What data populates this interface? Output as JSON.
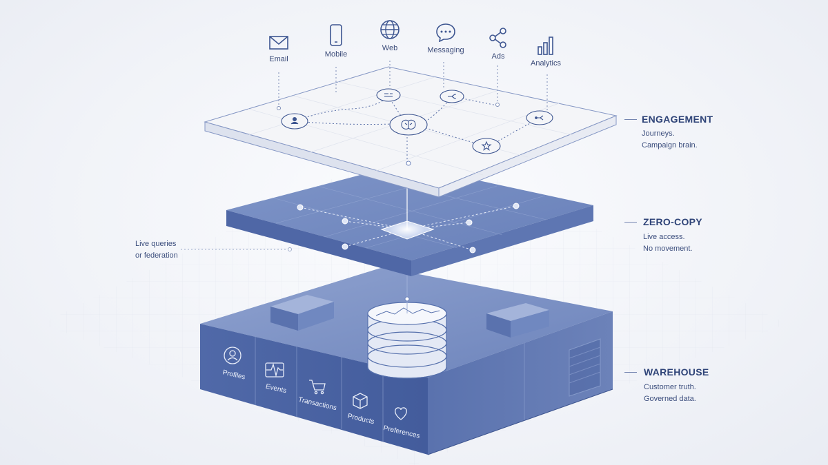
{
  "channels": [
    {
      "label": "Email",
      "icon": "email-icon"
    },
    {
      "label": "Mobile",
      "icon": "mobile-icon"
    },
    {
      "label": "Web",
      "icon": "globe-icon"
    },
    {
      "label": "Messaging",
      "icon": "chat-bubble-icon"
    },
    {
      "label": "Ads",
      "icon": "share-icon"
    },
    {
      "label": "Analytics",
      "icon": "bar-chart-icon"
    }
  ],
  "layers": {
    "engagement": {
      "title": "ENGAGEMENT",
      "line1": "Journeys.",
      "line2": "Campaign brain."
    },
    "zero_copy": {
      "title": "ZERO-COPY",
      "line1": "Live access.",
      "line2": "No movement."
    },
    "warehouse": {
      "title": "WAREHOUSE",
      "line1": "Customer truth.",
      "line2": "Governed data."
    }
  },
  "left_note": {
    "line1": "Live queries",
    "line2": "or federation"
  },
  "warehouse_tables": [
    {
      "label": "Profiles",
      "icon": "person-icon"
    },
    {
      "label": "Events",
      "icon": "pulse-icon"
    },
    {
      "label": "Transactions",
      "icon": "cart-icon"
    },
    {
      "label": "Products",
      "icon": "box-icon"
    },
    {
      "label": "Preferences",
      "icon": "heart-icon"
    }
  ],
  "colors": {
    "accent": "#4a64a3",
    "slab_top": "#6f86bd",
    "slab_side": "#4d66a6",
    "plate": "#f4f5f8",
    "ink": "#2f4478"
  }
}
